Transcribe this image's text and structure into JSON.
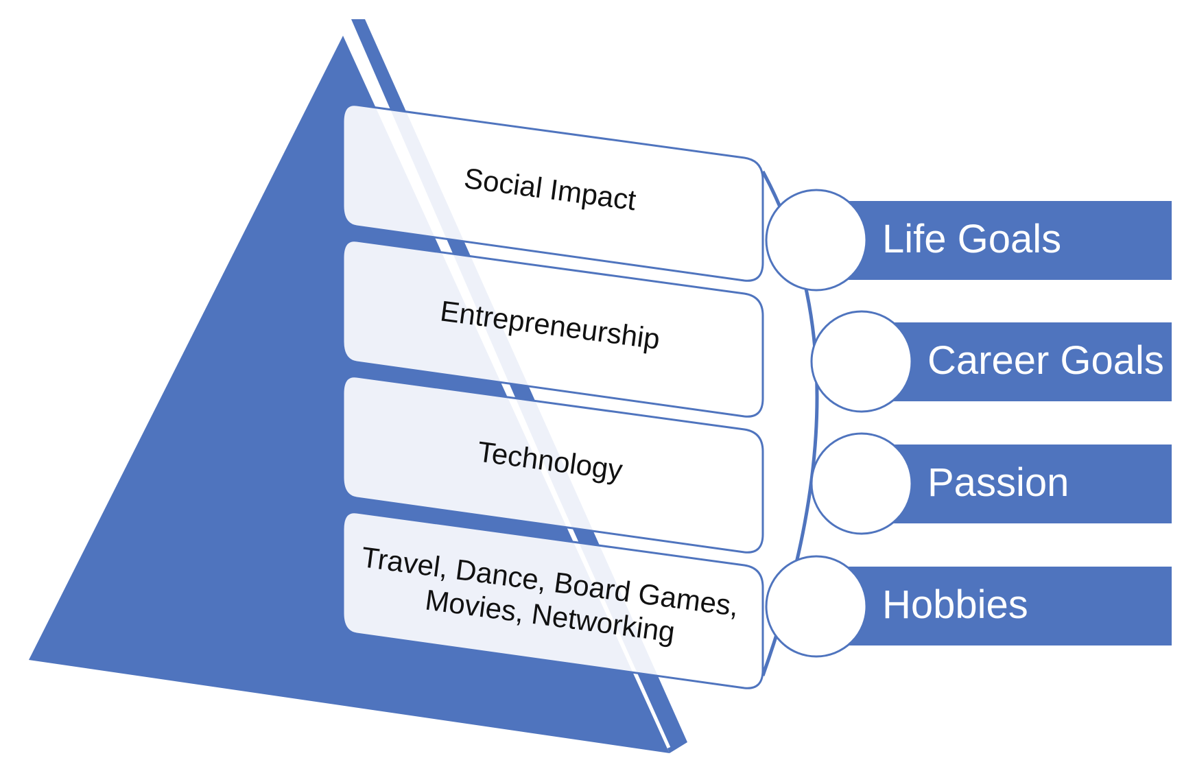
{
  "diagram": {
    "colors": {
      "pyramid": "#4F74BE",
      "card_fill": "#FFFFFF",
      "card_border": "#4F74BE",
      "bar_fill": "#4F74BE",
      "bar_text": "#FFFFFF",
      "card_text": "#111111"
    },
    "pyramid_levels": [
      {
        "label_lines": [
          "Social Impact"
        ]
      },
      {
        "label_lines": [
          "Entrepreneurship"
        ]
      },
      {
        "label_lines": [
          "Technology"
        ]
      },
      {
        "label_lines": [
          "Travel, Dance, Board Games,",
          "Movies, Networking"
        ]
      }
    ],
    "categories": [
      {
        "label": "Life Goals"
      },
      {
        "label": "Career Goals"
      },
      {
        "label": "Passion"
      },
      {
        "label": "Hobbies"
      }
    ]
  }
}
